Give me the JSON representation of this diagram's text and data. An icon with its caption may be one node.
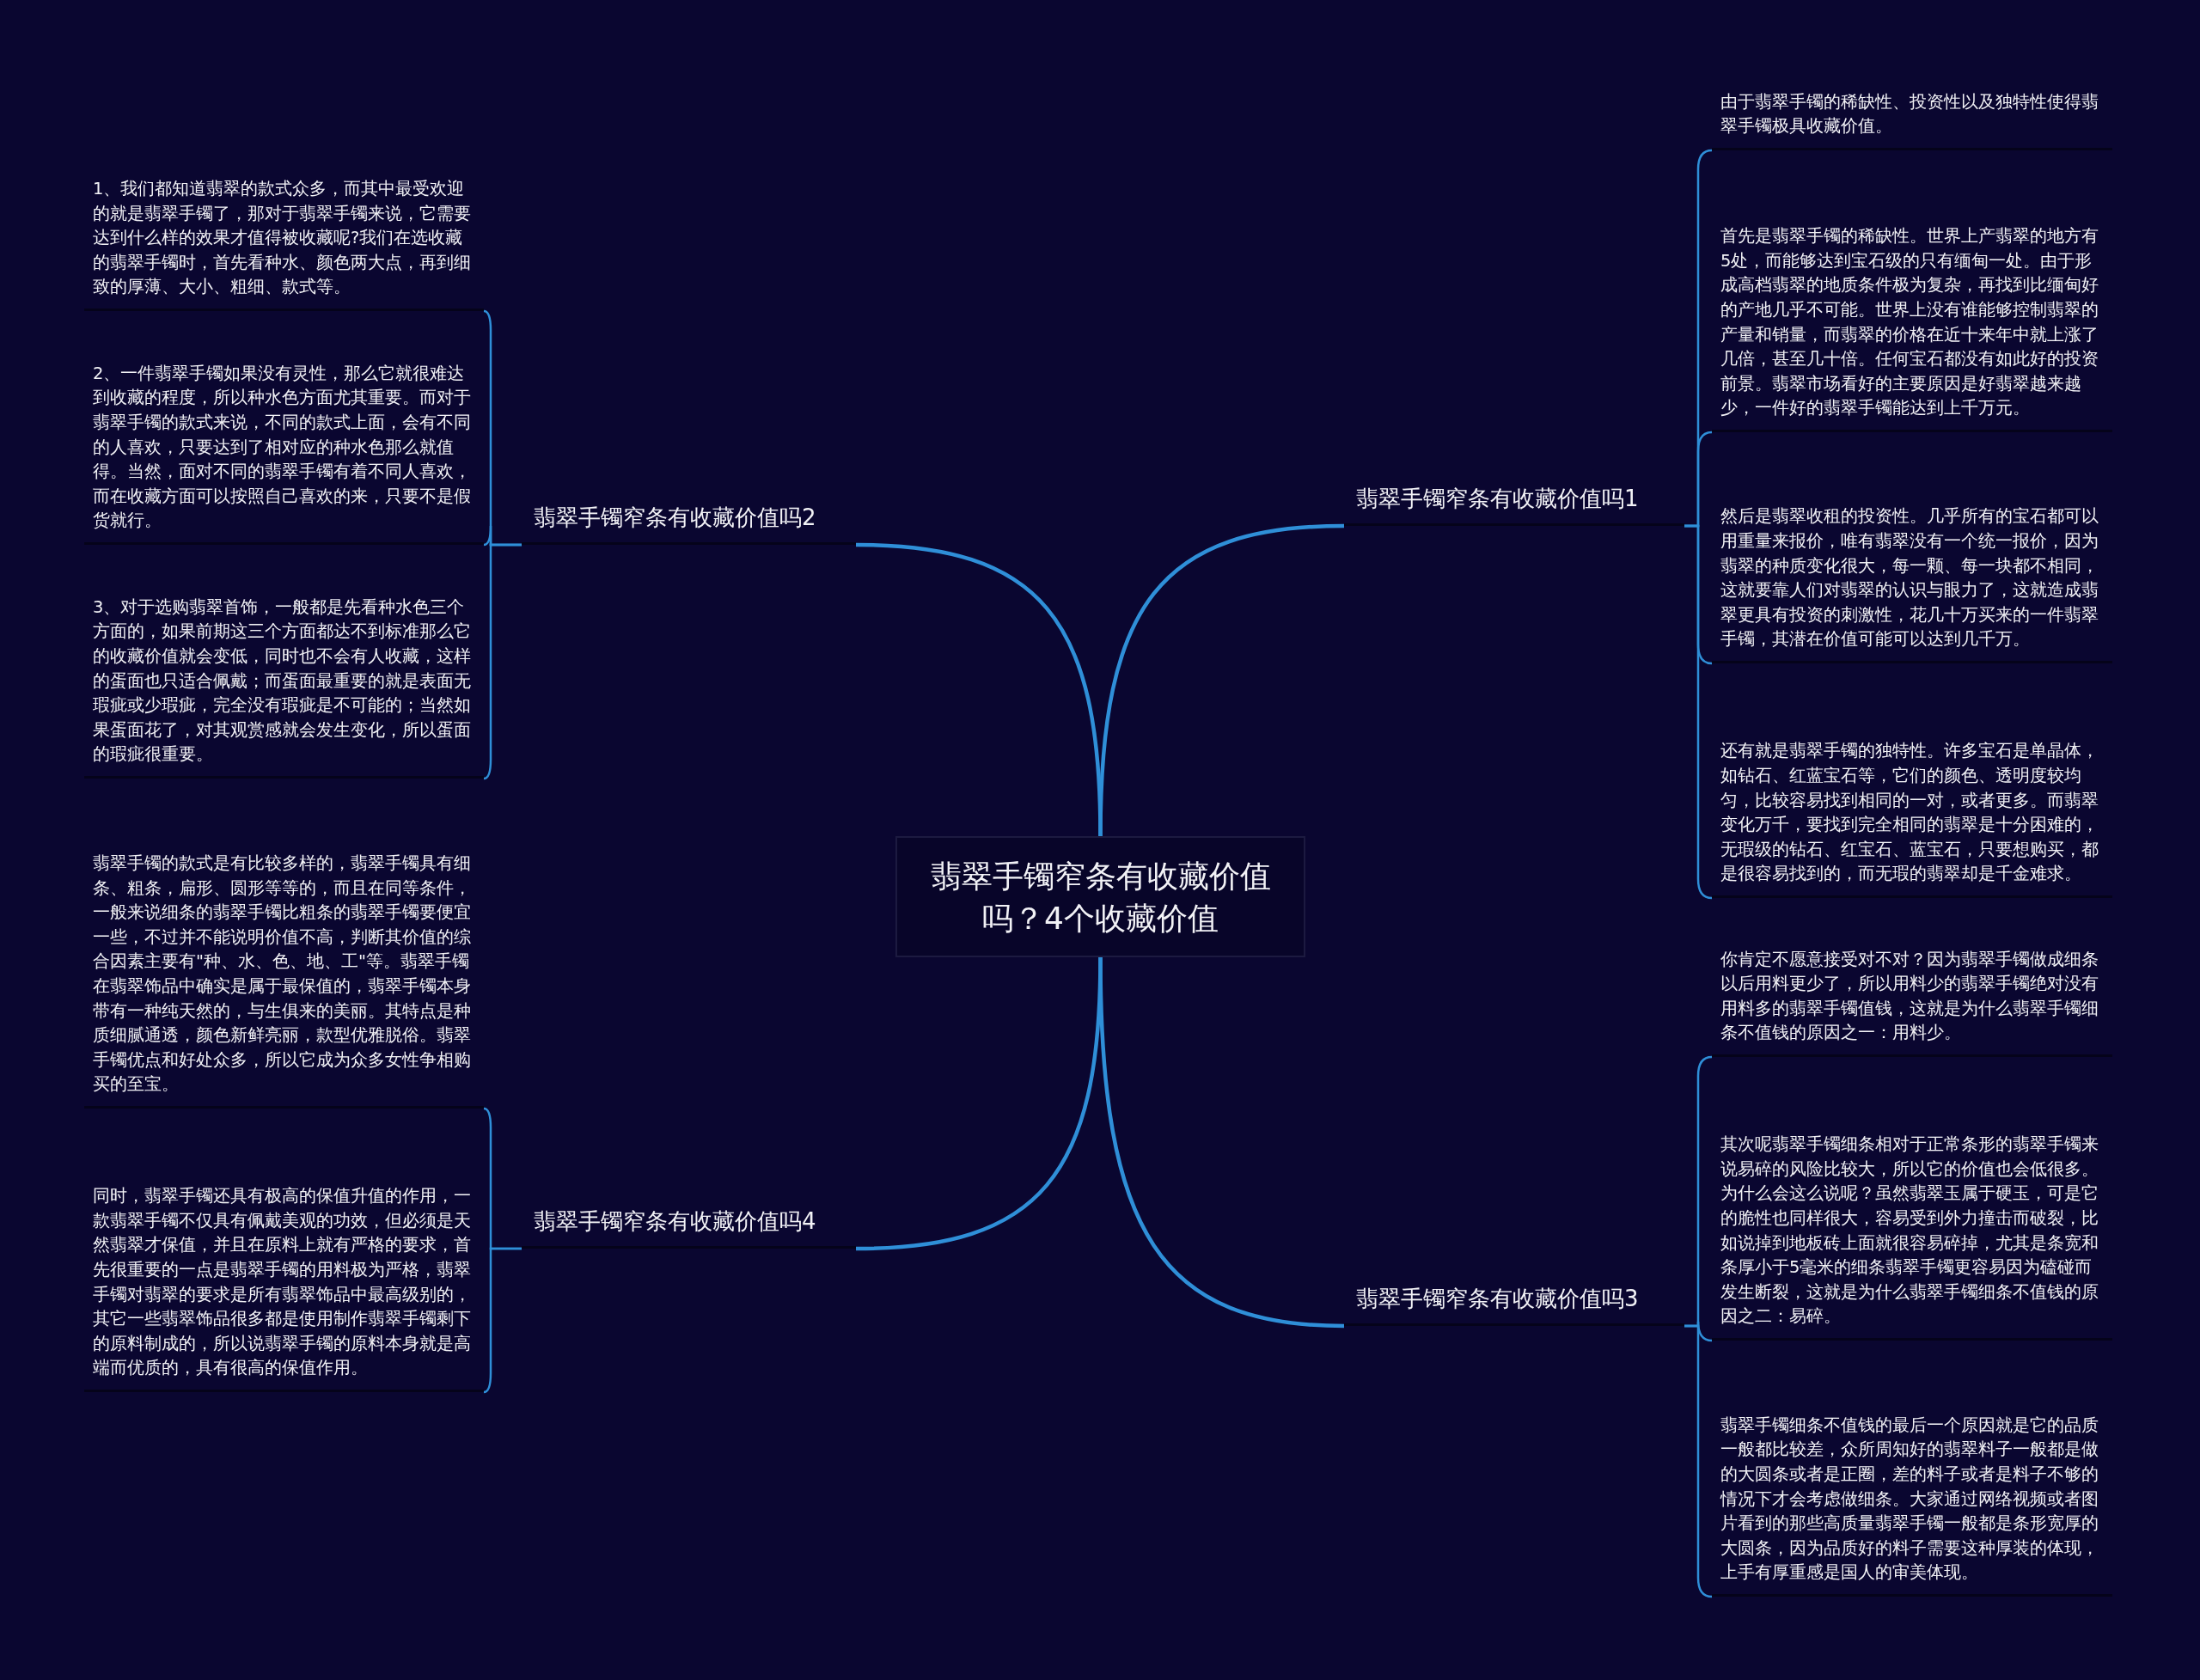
{
  "diagram": {
    "nodes": [
      {
        "text": [
          "翡翠手镯窄条有收藏价值吗？4个收藏价值"
        ]
      },
      {
        "text": [
          "翡翠手镯窄条有收藏价值吗1"
        ]
      },
      {
        "text": [
          "由于翡翠手镯的稀缺性、投资性以及独特性使得翡翠手镯极具收藏价值。"
        ]
      },
      {
        "text": [
          "首先是翡翠手镯的稀缺性。世界上产翡翠的地方有5处，而能够达到宝石级的只有缅甸一处。由于形成高档翡翠的地质条件极为复杂，再找到比缅甸好的产地几乎不可能。世界上没有谁能够控制翡翠的产量和销量，而翡翠的价格在近十来年中就上涨了几倍，甚至几十倍。任何宝石都没有如此好的投资前景。翡翠市场看好的主要原因是好翡翠越来越少，一件好的翡翠手镯能达到上千万元。"
        ]
      },
      {
        "text": [
          "然后是翡翠收租的投资性。几乎所有的宝石都可以用重量来报价，唯有翡翠没有一个统一报价，因为翡翠的种质变化很大，每一颗、每一块都不相同，这就要靠人们对翡翠的认识与眼力了，这就造成翡翠更具有投资的刺激性，花几十万买来的一件翡翠手镯，其潜在价值可能可以达到几千万。"
        ]
      },
      {
        "text": [
          "还有就是翡翠手镯的独特性。许多宝石是单晶体，如钻石、红蓝宝石等，它们的颜色、透明度较均匀，比较容易找到相同的一对，或者更多。而翡翠变化万千，要找到完全相同的翡翠是十分困难的，无瑕级的钻石、红宝石、蓝宝石，只要想购买，都是很容易找到的，而无瑕的翡翠却是千金难求。"
        ]
      },
      {
        "text": [
          "翡翠手镯窄条有收藏价值吗2"
        ]
      },
      {
        "text": [
          "1、我们都知道翡翠的款式众多，而其中最受欢迎的就是翡翠手镯了，那对于翡翠手镯来说，它需要达到什么样的效果才值得被收藏呢?我们在选收藏的翡翠手镯时，首先看种水、颜色两大点，再到细致的厚薄、大小、粗细、款式等。"
        ]
      },
      {
        "text": [
          "2、一件翡翠手镯如果没有灵性，那么它就很难达到收藏的程度，所以种水色方面尤其重要。而对于翡翠手镯的款式来说，不同的款式上面，会有不同的人喜欢，只要达到了相对应的种水色那么就值得。当然，面对不同的翡翠手镯有着不同人喜欢，而在收藏方面可以按照自己喜欢的来，只要不是假货就行。"
        ]
      },
      {
        "text": [
          "3、对于选购翡翠首饰，一般都是先看种水色三个方面的，如果前期这三个方面都达不到标准那么它的收藏价值就会变低，同时也不会有人收藏，这样的蛋面也只适合佩戴；而蛋面最重要的就是表面无瑕疵或少瑕疵，完全没有瑕疵是不可能的；当然如果蛋面花了，对其观赏感就会发生变化，所以蛋面的瑕疵很重要。"
        ]
      },
      {
        "text": [
          "翡翠手镯窄条有收藏价值吗3"
        ]
      },
      {
        "text": [
          "你肯定不愿意接受对不对？因为翡翠手镯做成细条以后用料更少了，所以用料少的翡翠手镯绝对没有用料多的翡翠手镯值钱，这就是为什么翡翠手镯细条不值钱的原因之一：用料少。"
        ]
      },
      {
        "text": [
          "其次呢翡翠手镯细条相对于正常条形的翡翠手镯来说易碎的风险比较大，所以它的价值也会低很多。为什么会这么说呢？虽然翡翠玉属于硬玉，可是它的脆性也同样很大，容易受到外力撞击而破裂，比如说掉到地板砖上面就很容易碎掉，尤其是条宽和条厚小于5毫米的细条翡翠手镯更容易因为磕碰而发生断裂，这就是为什么翡翠手镯细条不值钱的原因之二：易碎。"
        ]
      },
      {
        "text": [
          "翡翠手镯细条不值钱的最后一个原因就是它的品质一般都比较差，众所周知好的翡翠料子一般都是做的大圆条或者是正圈，差的料子或者是料子不够的情况下才会考虑做细条。大家通过网络视频或者图片看到的那些高质量翡翠手镯一般都是条形宽厚的大圆条，因为品质好的料子需要这种厚装的体现，上手有厚重感是国人的审美体现。"
        ]
      },
      {
        "text": [
          "翡翠手镯窄条有收藏价值吗4"
        ]
      },
      {
        "text": [
          "翡翠手镯的款式是有比较多样的，翡翠手镯具有细条、粗条，扁形、圆形等等的，而且在同等条件，一般来说细条的翡翠手镯比粗条的翡翠手镯要便宜一些，不过并不能说明价值不高，判断其价值的综合因素主要有\"种、水、色、地、工\"等。翡翠手镯在翡翠饰品中确实是属于最保值的，翡翠手镯本身带有一种纯天然的，与生俱来的美丽。其特点是种质细腻通透，颜色新鲜亮丽，款型优雅脱俗。翡翠手镯优点和好处众多，所以它成为众多女性争相购买的至宝。"
        ]
      },
      {
        "text": [
          "同时，翡翠手镯还具有极高的保值升值的作用，一款翡翠手镯不仅具有佩戴美观的功效，但必须是天然翡翠才保值，并且在原料上就有严格的要求，首先很重要的一点是翡翠手镯的用料极为严格，翡翠手镯对翡翠的要求是所有翡翠饰品中最高级别的，其它一些翡翠饰品很多都是使用制作翡翠手镯剩下的原料制成的，所以说翡翠手镯的原料本身就是高端而优质的，具有很高的保值作用。"
        ]
      }
    ],
    "edges": [
      {
        "from": 0,
        "to": 1,
        "arrow": "none"
      },
      {
        "from": 1,
        "to": 2,
        "arrow": "none"
      },
      {
        "from": 1,
        "to": 3,
        "arrow": "none"
      },
      {
        "from": 1,
        "to": 4,
        "arrow": "none"
      },
      {
        "from": 1,
        "to": 5,
        "arrow": "none"
      },
      {
        "from": 0,
        "to": 6,
        "arrow": "none"
      },
      {
        "from": 6,
        "to": 7,
        "arrow": "none"
      },
      {
        "from": 6,
        "to": 8,
        "arrow": "none"
      },
      {
        "from": 6,
        "to": 9,
        "arrow": "none"
      },
      {
        "from": 0,
        "to": 10,
        "arrow": "none"
      },
      {
        "from": 10,
        "to": 11,
        "arrow": "none"
      },
      {
        "from": 10,
        "to": 12,
        "arrow": "none"
      },
      {
        "from": 10,
        "to": 13,
        "arrow": "none"
      },
      {
        "from": 0,
        "to": 14,
        "arrow": "none"
      },
      {
        "from": 14,
        "to": 15,
        "arrow": "none"
      },
      {
        "from": 14,
        "to": 16,
        "arrow": "none"
      }
    ]
  }
}
